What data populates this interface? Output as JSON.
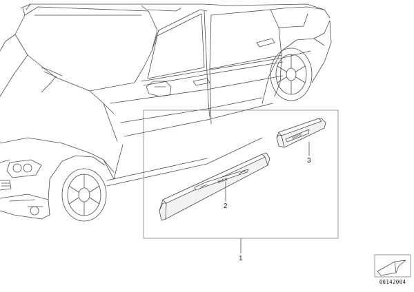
{
  "diagram": {
    "callouts": [
      {
        "id": "callout-1",
        "label": "1"
      },
      {
        "id": "callout-2",
        "label": "2"
      },
      {
        "id": "callout-3",
        "label": "3"
      }
    ],
    "sill_lettering": [
      "BMW",
      "BMW"
    ],
    "document_number": "00142004",
    "colors": {
      "line": "#4a4a4a",
      "strip_fill": "#f2f2f2",
      "frame": "#7a7a7a"
    }
  }
}
